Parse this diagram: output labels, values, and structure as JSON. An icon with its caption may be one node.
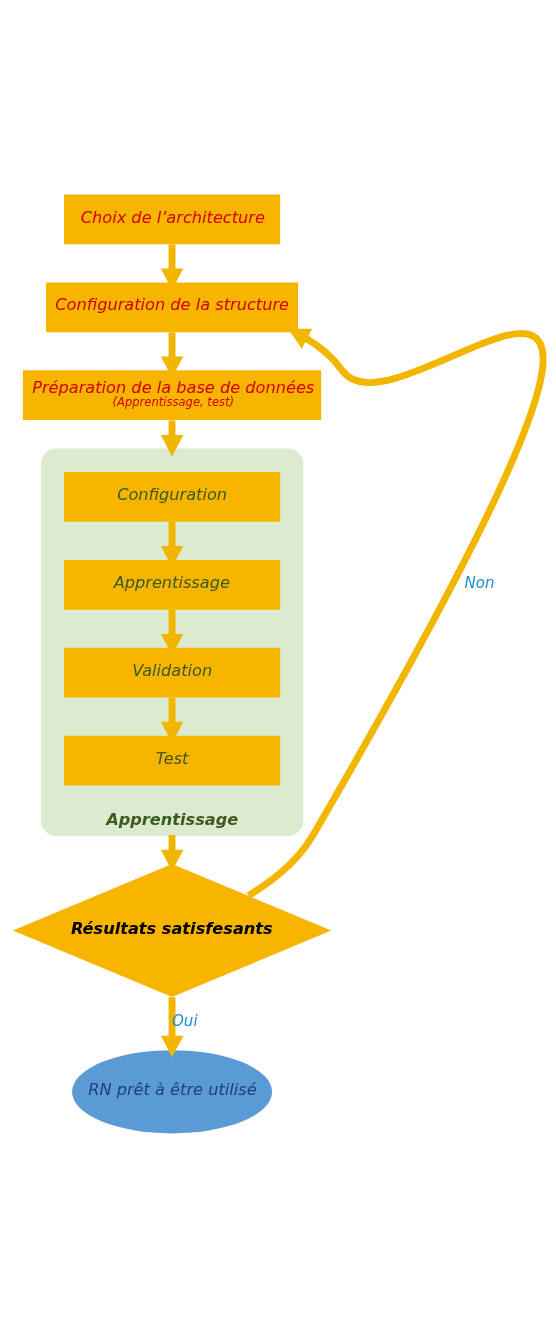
{
  "diagram": {
    "nodes": [
      {
        "text": [
          "Choix de l’architecture"
        ]
      },
      {
        "text": [
          "Configuration de la structure"
        ]
      },
      {
        "text": [
          "Préparation de la base de données",
          "(Apprentissage, test)"
        ]
      },
      {
        "text": [
          "Apprentissage"
        ]
      },
      {
        "text": [
          "Configuration"
        ],
        "in": 3
      },
      {
        "text": [
          "Apprentissage"
        ],
        "in": 3
      },
      {
        "text": [
          "Validation"
        ],
        "in": 3
      },
      {
        "text": [
          "Test"
        ],
        "in": 3
      },
      {
        "text": [
          "Résultats satisfesants"
        ]
      },
      {
        "text": [
          "RN prêt à être utilisé"
        ]
      }
    ],
    "edges": [
      {
        "from": 0,
        "to": 1,
        "arrow": "to"
      },
      {
        "from": 1,
        "to": 2,
        "arrow": "to"
      },
      {
        "from": 2,
        "to": 3,
        "arrow": "to"
      },
      {
        "from": 4,
        "to": 5,
        "arrow": "to"
      },
      {
        "from": 5,
        "to": 6,
        "arrow": "to"
      },
      {
        "from": 6,
        "to": 7,
        "arrow": "to"
      },
      {
        "from": 3,
        "to": 8,
        "arrow": "to"
      },
      {
        "from": 8,
        "to": 1,
        "arrow": "to",
        "label": "Non"
      },
      {
        "from": 8,
        "to": 9,
        "arrow": "to",
        "label": "Oui"
      }
    ]
  }
}
